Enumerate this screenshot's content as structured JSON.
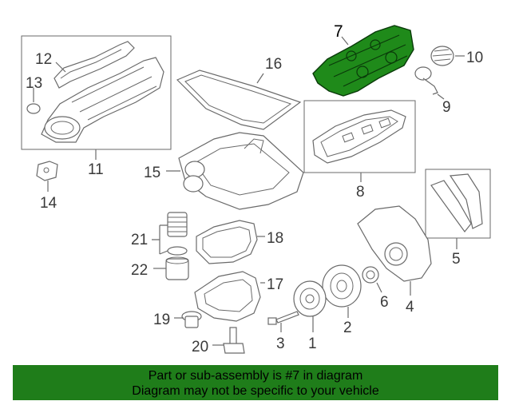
{
  "diagram": {
    "highlight_color": "#1f8a1a",
    "callouts": {
      "c1": "1",
      "c2": "2",
      "c3": "3",
      "c4": "4",
      "c5": "5",
      "c6": "6",
      "c7": "7",
      "c8": "8",
      "c9": "9",
      "c10": "10",
      "c11": "11",
      "c12": "12",
      "c13": "13",
      "c14": "14",
      "c15": "15",
      "c16": "16",
      "c17": "17",
      "c18": "18",
      "c19": "19",
      "c20": "20",
      "c21": "21",
      "c22": "22"
    }
  },
  "banner": {
    "line1": "Part or sub-assembly is #7 in diagram",
    "line2": "Diagram may not be specific to your vehicle",
    "background": "#1f7d1a"
  }
}
